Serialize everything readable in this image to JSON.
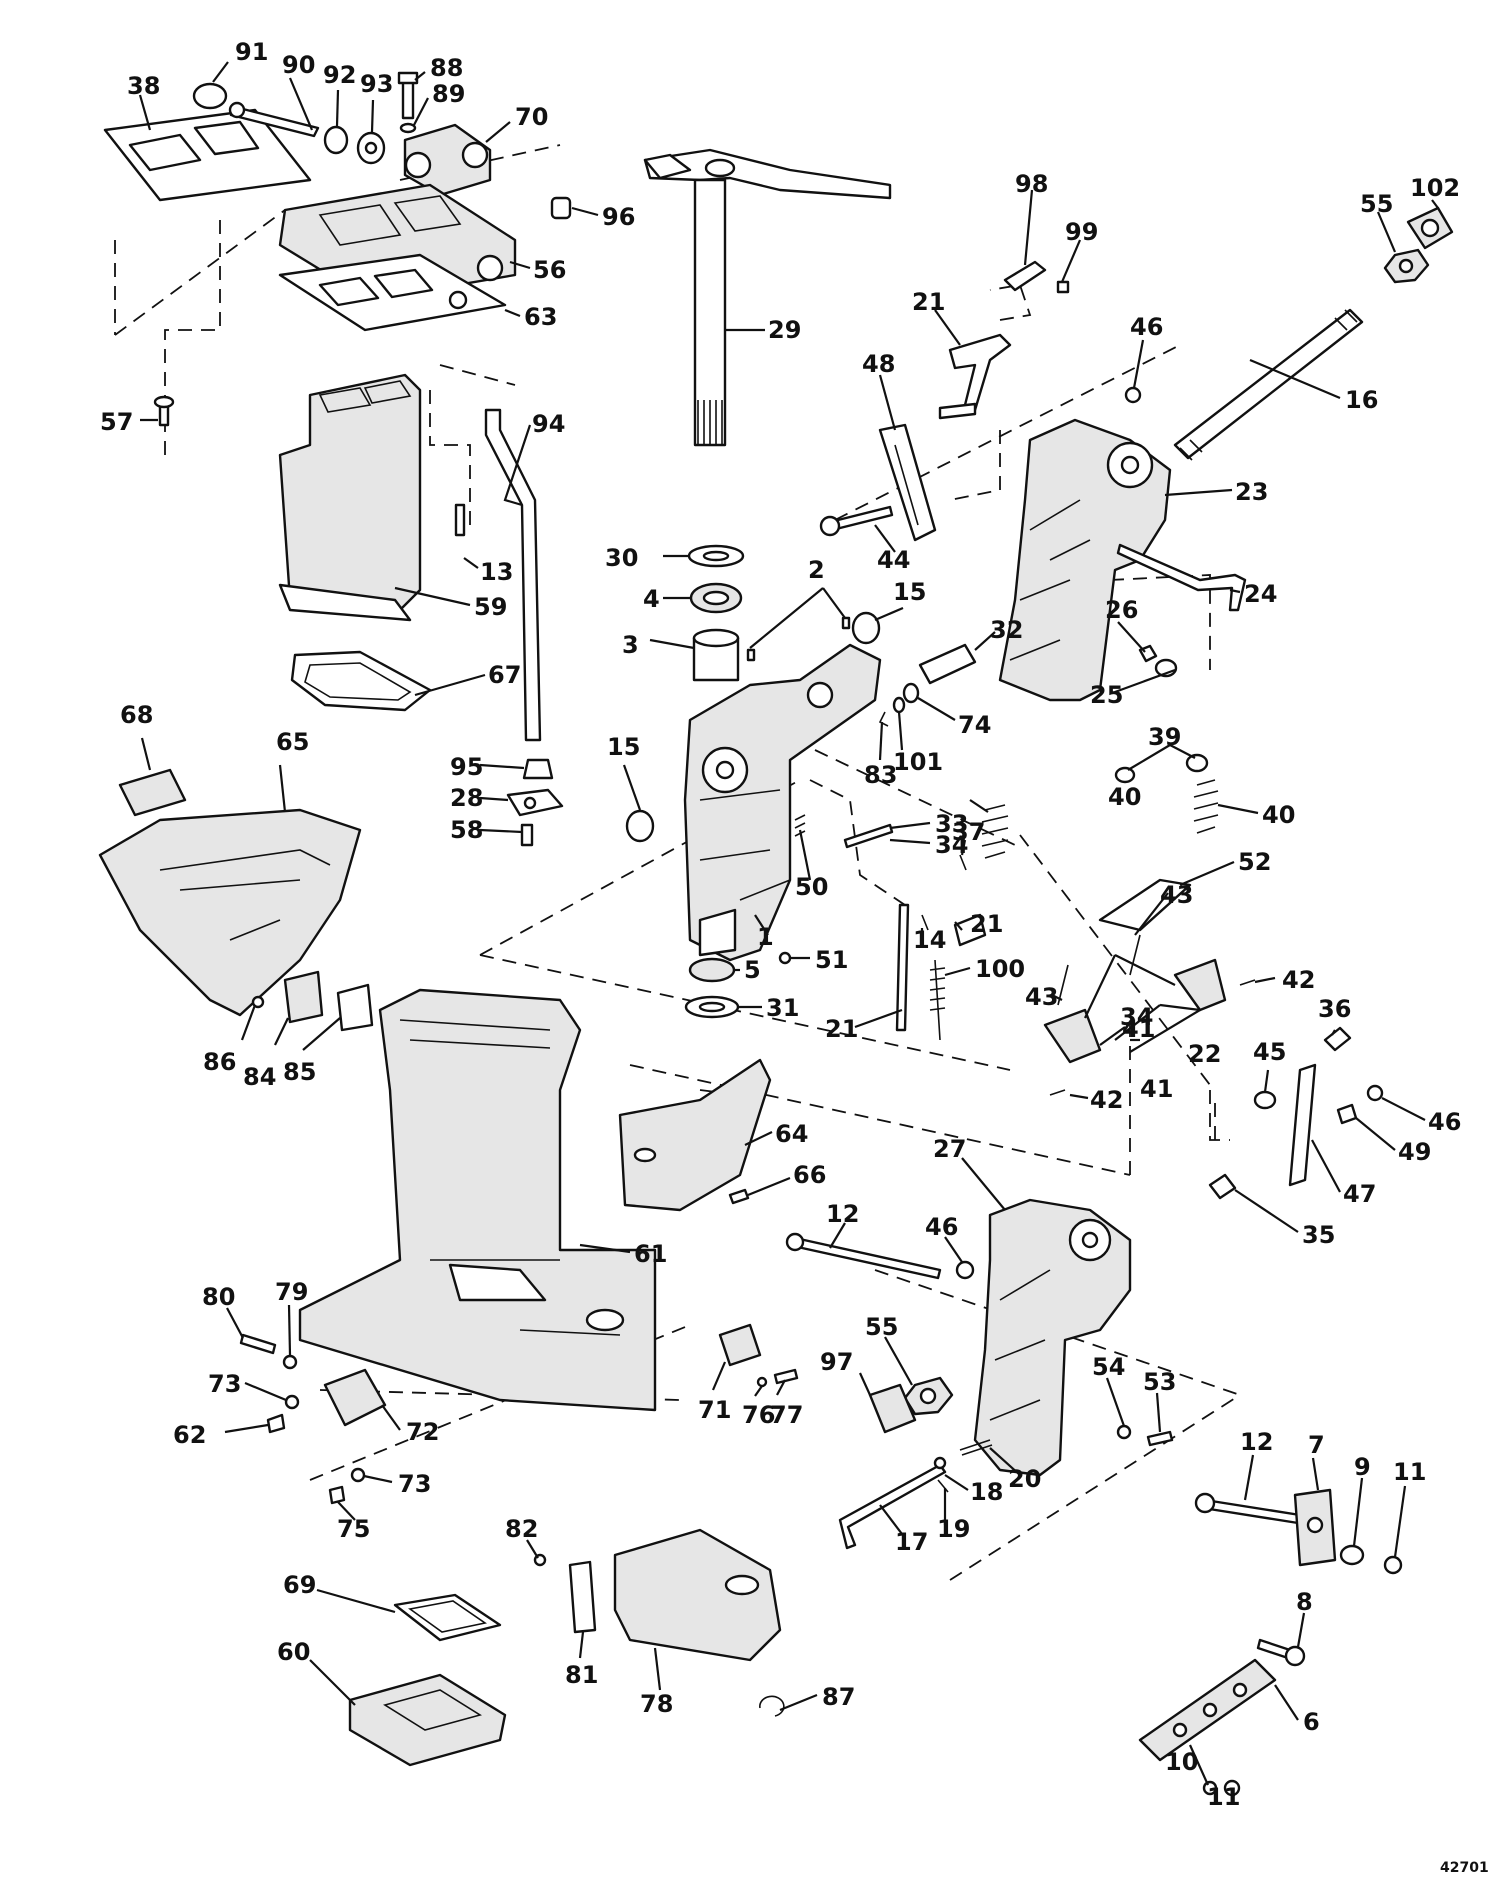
{
  "figure_number": "42701",
  "callouts": [
    {
      "label": "91"
    },
    {
      "label": "90"
    },
    {
      "label": "92"
    },
    {
      "label": "93"
    },
    {
      "label": "88"
    },
    {
      "label": "89"
    },
    {
      "label": "70"
    },
    {
      "label": "38"
    },
    {
      "label": "96"
    },
    {
      "label": "56"
    },
    {
      "label": "63"
    },
    {
      "label": "57"
    },
    {
      "label": "29"
    },
    {
      "label": "98"
    },
    {
      "label": "99"
    },
    {
      "label": "21"
    },
    {
      "label": "102"
    },
    {
      "label": "55"
    },
    {
      "label": "46"
    },
    {
      "label": "16"
    },
    {
      "label": "48"
    },
    {
      "label": "94"
    },
    {
      "label": "13"
    },
    {
      "label": "59"
    },
    {
      "label": "23"
    },
    {
      "label": "44"
    },
    {
      "label": "30"
    },
    {
      "label": "4"
    },
    {
      "label": "2"
    },
    {
      "label": "15"
    },
    {
      "label": "24"
    },
    {
      "label": "3"
    },
    {
      "label": "32"
    },
    {
      "label": "26"
    },
    {
      "label": "67"
    },
    {
      "label": "74"
    },
    {
      "label": "25"
    },
    {
      "label": "83"
    },
    {
      "label": "101"
    },
    {
      "label": "68"
    },
    {
      "label": "65"
    },
    {
      "label": "95"
    },
    {
      "label": "28"
    },
    {
      "label": "58"
    },
    {
      "label": "15"
    },
    {
      "label": "39"
    },
    {
      "label": "40"
    },
    {
      "label": "40"
    },
    {
      "label": "33"
    },
    {
      "label": "34"
    },
    {
      "label": "37"
    },
    {
      "label": "52"
    },
    {
      "label": "50"
    },
    {
      "label": "21"
    },
    {
      "label": "43"
    },
    {
      "label": "14"
    },
    {
      "label": "1"
    },
    {
      "label": "51"
    },
    {
      "label": "100"
    },
    {
      "label": "42"
    },
    {
      "label": "21"
    },
    {
      "label": "5"
    },
    {
      "label": "34"
    },
    {
      "label": "41"
    },
    {
      "label": "43"
    },
    {
      "label": "36"
    },
    {
      "label": "31"
    },
    {
      "label": "22"
    },
    {
      "label": "86"
    },
    {
      "label": "84"
    },
    {
      "label": "85"
    },
    {
      "label": "45"
    },
    {
      "label": "41"
    },
    {
      "label": "42"
    },
    {
      "label": "46"
    },
    {
      "label": "49"
    },
    {
      "label": "64"
    },
    {
      "label": "47"
    },
    {
      "label": "27"
    },
    {
      "label": "66"
    },
    {
      "label": "35"
    },
    {
      "label": "12"
    },
    {
      "label": "46"
    },
    {
      "label": "61"
    },
    {
      "label": "80"
    },
    {
      "label": "79"
    },
    {
      "label": "55"
    },
    {
      "label": "97"
    },
    {
      "label": "54"
    },
    {
      "label": "53"
    },
    {
      "label": "73"
    },
    {
      "label": "71"
    },
    {
      "label": "76"
    },
    {
      "label": "77"
    },
    {
      "label": "12"
    },
    {
      "label": "7"
    },
    {
      "label": "9"
    },
    {
      "label": "11"
    },
    {
      "label": "62"
    },
    {
      "label": "72"
    },
    {
      "label": "18"
    },
    {
      "label": "20"
    },
    {
      "label": "73"
    },
    {
      "label": "17"
    },
    {
      "label": "19"
    },
    {
      "label": "75"
    },
    {
      "label": "82"
    },
    {
      "label": "8"
    },
    {
      "label": "69"
    },
    {
      "label": "81"
    },
    {
      "label": "78"
    },
    {
      "label": "87"
    },
    {
      "label": "60"
    },
    {
      "label": "6"
    },
    {
      "label": "10"
    },
    {
      "label": "11"
    }
  ]
}
